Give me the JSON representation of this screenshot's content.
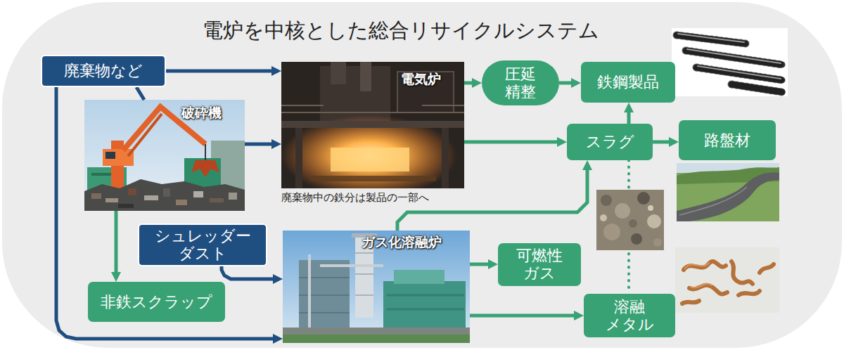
{
  "diagram": {
    "title": "電炉を中核とした総合リサイクルシステム",
    "nodes": [
      {
        "text": [
          "廃棄物など"
        ]
      },
      {
        "text": [
          "破砕機"
        ]
      },
      {
        "text": [
          "電気炉"
        ]
      },
      {
        "text": [
          "圧延 精整"
        ]
      },
      {
        "text": [
          "鉄鋼製品"
        ]
      },
      {
        "text": [
          "スラグ"
        ]
      },
      {
        "text": [
          "路盤材"
        ]
      },
      {
        "text": [
          "シュレッダー ダスト"
        ]
      },
      {
        "text": [
          "ガス化溶融炉"
        ]
      },
      {
        "text": [
          "可燃性 ガス"
        ]
      },
      {
        "text": [
          "非鉄スクラップ"
        ]
      },
      {
        "text": [
          "溶融 メタル"
        ]
      }
    ],
    "edges": [
      {
        "from": 0,
        "to": 2,
        "arrow": "to"
      },
      {
        "from": 0,
        "to": 1,
        "arrow": "none"
      },
      {
        "from": 0,
        "to": 8,
        "arrow": "to"
      },
      {
        "from": 1,
        "to": 2,
        "arrow": "to"
      },
      {
        "from": 1,
        "to": 10,
        "arrow": "to"
      },
      {
        "from": 7,
        "to": 8,
        "arrow": "to"
      },
      {
        "from": 2,
        "to": 3,
        "arrow": "to"
      },
      {
        "from": 3,
        "to": 4,
        "arrow": "to"
      },
      {
        "from": 2,
        "to": 5,
        "arrow": "to"
      },
      {
        "from": 5,
        "to": 4,
        "arrow": "to"
      },
      {
        "from": 5,
        "to": 6,
        "arrow": "to"
      },
      {
        "from": 8,
        "to": 5,
        "arrow": "to"
      },
      {
        "from": 8,
        "to": 9,
        "arrow": "to"
      },
      {
        "from": 8,
        "to": 11,
        "arrow": "to"
      },
      {
        "from": 5,
        "to": 11,
        "arrow": "none"
      }
    ],
    "labels": [
      "廃棄物中の鉄分は製品の一部へ"
    ]
  }
}
